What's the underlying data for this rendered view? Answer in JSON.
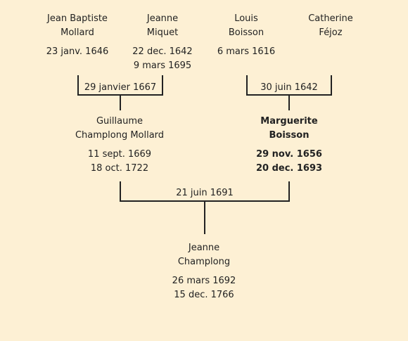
{
  "grandparents": [
    {
      "name": [
        "Jean Baptiste",
        "Mollard"
      ],
      "dates": [
        "23 janv. 1646"
      ]
    },
    {
      "name": [
        "Jeanne",
        "Miquet"
      ],
      "dates": [
        "22 dec. 1642",
        "9 mars 1695"
      ]
    },
    {
      "name": [
        "Louis",
        "Boisson"
      ],
      "dates": [
        "6 mars 1616"
      ]
    },
    {
      "name": [
        "Catherine",
        "Féjoz"
      ],
      "dates": []
    }
  ],
  "marriages": {
    "paternal": "29 janvier 1667",
    "maternal": "30 juin 1642",
    "parents": "21 juin 1691"
  },
  "parents": [
    {
      "name": [
        "Guillaume",
        "Champlong Mollard"
      ],
      "dates": [
        "11 sept. 1669",
        "18 oct. 1722"
      ]
    },
    {
      "name": [
        "Marguerite",
        "Boisson"
      ],
      "dates": [
        "29 nov. 1656",
        "20 dec. 1693"
      ]
    }
  ],
  "subject": {
    "name": [
      "Jeanne",
      "Champlong"
    ],
    "dates": [
      "26 mars 1692",
      "15 dec. 1766"
    ]
  },
  "colors": {
    "background": "#fdf0d4",
    "line": "#222222"
  }
}
